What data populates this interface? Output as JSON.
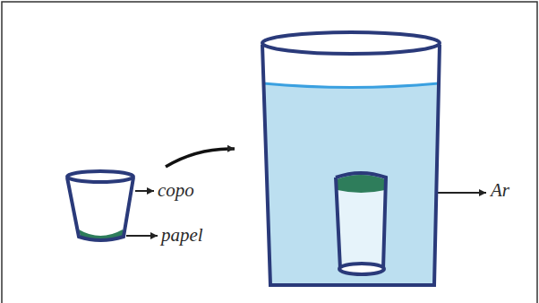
{
  "diagram": {
    "labels": [
      "copo",
      "papel",
      "Ar"
    ]
  }
}
